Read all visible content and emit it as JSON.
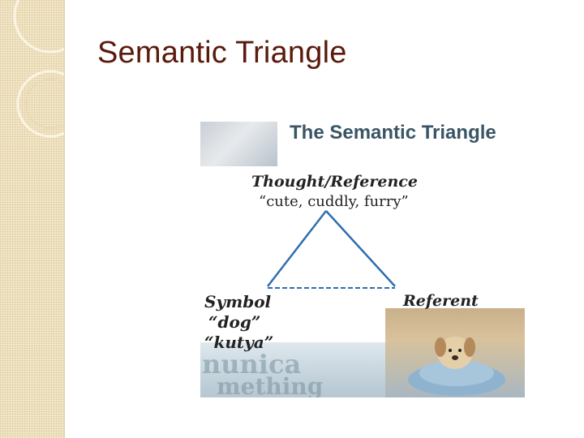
{
  "slide": {
    "title": "Semantic Triangle"
  },
  "figure": {
    "heading": "The Semantic Triangle",
    "thought": {
      "label": "Thought/Reference",
      "example": "“cute, cuddly, furry”"
    },
    "symbol": {
      "label": "Symbol",
      "examples": [
        "“dog”",
        "“kutya”"
      ]
    },
    "referent": {
      "label": "Referent"
    },
    "colors": {
      "triangle": "#2f6fae",
      "heading": "#3a5566",
      "title": "#5a1a0c"
    }
  }
}
